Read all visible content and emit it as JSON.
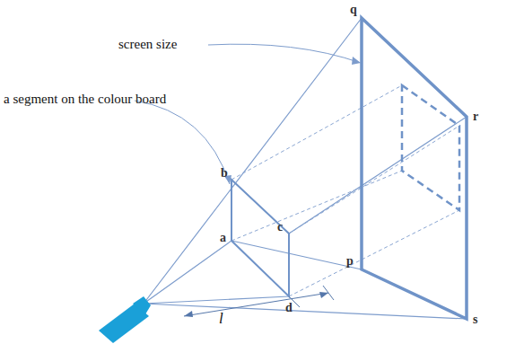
{
  "diagram": {
    "labels": [
      "screen size",
      "a segment on the colour board",
      "q",
      "b",
      "p",
      "r",
      "a",
      "c",
      "d",
      "s",
      "l"
    ]
  }
}
